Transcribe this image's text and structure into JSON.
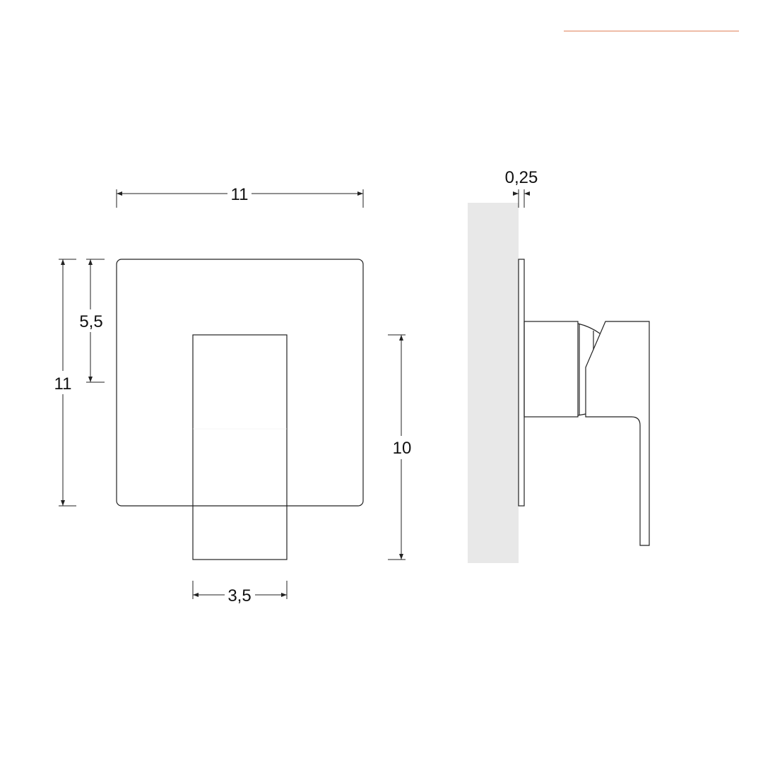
{
  "colors": {
    "accent_line": "#e8a58a",
    "wall": "#e8e8e8",
    "stroke": "#222222"
  },
  "dimensions": {
    "front_width": "11",
    "front_height": "11",
    "handle_offset": "5,5",
    "handle_length": "10",
    "handle_width": "3,5",
    "plate_thickness": "0,25"
  }
}
